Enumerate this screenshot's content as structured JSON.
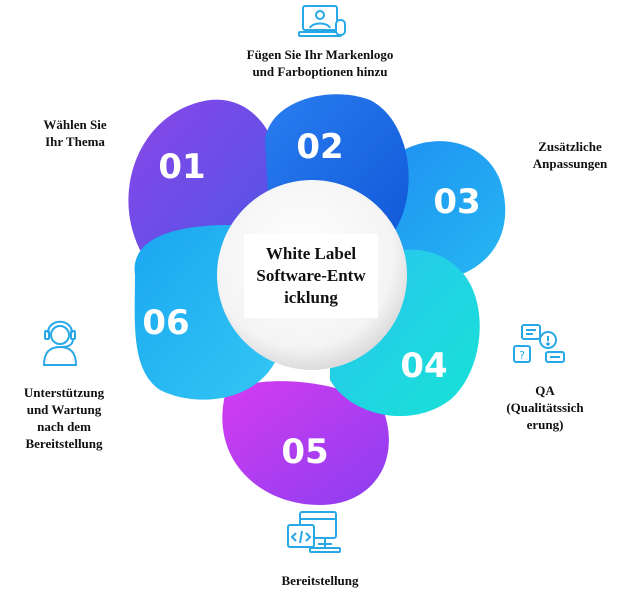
{
  "center_title": "White Label Software-Entwicklung",
  "center_lines": [
    "White Label",
    "Software-Entw",
    "icklung"
  ],
  "petals": [
    {
      "number": "01",
      "label_lines": [
        "Wählen Sie",
        "Ihr Thema"
      ]
    },
    {
      "number": "02",
      "label_lines": [
        "Fügen Sie Ihr Markenlogo",
        "und Farboptionen hinzu"
      ]
    },
    {
      "number": "03",
      "label_lines": [
        "Zusätzliche",
        "Anpassungen"
      ]
    },
    {
      "number": "04",
      "label_lines": [
        "QA",
        "(Qualitätssich",
        "erung)"
      ]
    },
    {
      "number": "05",
      "label_lines": [
        "Bereitstellung"
      ]
    },
    {
      "number": "06",
      "label_lines": [
        "Unterstützung",
        "und Wartung",
        "nach dem",
        "Bereitstellung"
      ]
    }
  ],
  "colors": {
    "purple": "#7b3fe4",
    "blue": "#1f6fe8",
    "sky": "#23a8f2",
    "cyan": "#1fd6e0",
    "magenta": "#c13cf0",
    "icon": "#29a8e8"
  },
  "icons": [
    "monitor-icon",
    "support-agent-icon",
    "faq-chat-icon",
    "code-deploy-icon"
  ]
}
